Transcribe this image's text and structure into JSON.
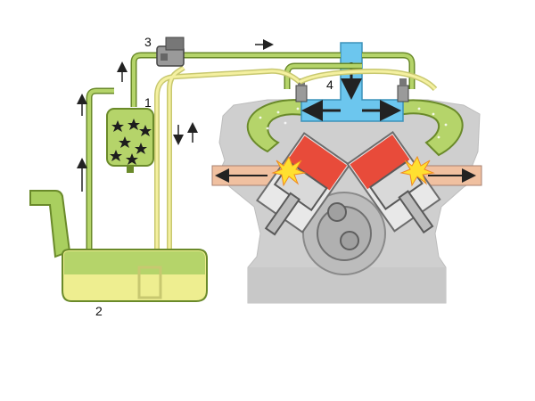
{
  "labels": {
    "filter": "1",
    "tank": "2",
    "pump": "3",
    "intake": "4"
  },
  "colors": {
    "fuel_line": "#f4f0a0",
    "fuel_line_edge": "#c8c870",
    "mixture_green": "#b5d46a",
    "mixture_edge": "#6a8a2a",
    "tank_fuel": "#eeee90",
    "air_blue": "#6cc6ee",
    "engine_gray": "#cfcfcf",
    "combustion_red": "#e84b3a",
    "spark_yellow": "#ffe030",
    "pump_gray": "#9a9a9a",
    "arrow": "#222222"
  },
  "icons": {
    "pump": "fuel-pump-icon",
    "filter": "fuel-filter-icon",
    "injector": "fuel-injector-icon",
    "spark": "combustion-spark-icon"
  }
}
